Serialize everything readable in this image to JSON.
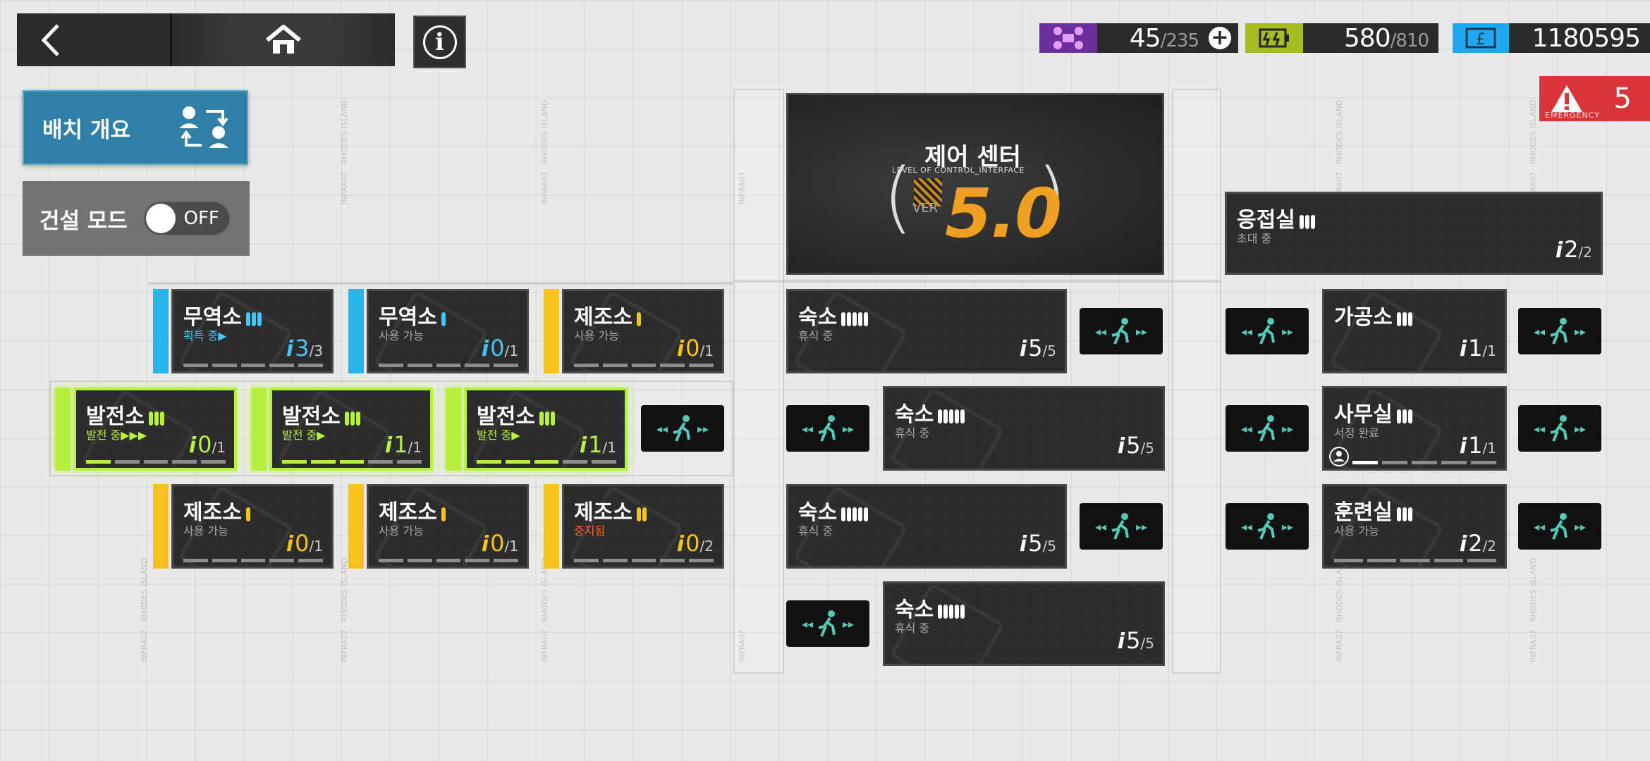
{
  "nav": {
    "back_icon": "chevron-left-icon",
    "home_icon": "home-icon",
    "info_label": "i"
  },
  "resources": {
    "drones": {
      "icon": "drone-icon",
      "value": "45",
      "max": "/235",
      "color": "#6b2fa0"
    },
    "power": {
      "icon": "battery-icon",
      "value": "580",
      "max": "/810",
      "color": "#b8d020"
    },
    "lmd": {
      "icon": "money-icon",
      "value": "1180595",
      "color": "#1ea8f0"
    }
  },
  "emergency": {
    "count": "5",
    "label": "EMERGENCY"
  },
  "left_panel": {
    "overview_label": "배치 개요",
    "build_mode_label": "건설 모드",
    "build_mode_state": "OFF"
  },
  "control_center": {
    "title": "제어 센터",
    "subtitle": "LEVEL OF CONTROL_INTERFACE",
    "ver_label": "VER",
    "version": "5.0"
  },
  "reception": {
    "name": "응접실",
    "status": "초대 중",
    "count": "2",
    "max": "/2"
  },
  "rooms": {
    "trade1": {
      "name": "무역소",
      "status": "획득 중▶",
      "count": "3",
      "max": "/3"
    },
    "trade2": {
      "name": "무역소",
      "status": "사용 가능",
      "count": "0",
      "max": "/1"
    },
    "factory_top": {
      "name": "제조소",
      "status": "사용 가능",
      "count": "0",
      "max": "/1"
    },
    "power1": {
      "name": "발전소",
      "status": "발전 중▶▶▶",
      "count": "0",
      "max": "/1"
    },
    "power2": {
      "name": "발전소",
      "status": "발전 중▶",
      "count": "1",
      "max": "/1"
    },
    "power3": {
      "name": "발전소",
      "status": "발전 중▶",
      "count": "1",
      "max": "/1"
    },
    "factory1": {
      "name": "제조소",
      "status": "사용 가능",
      "count": "0",
      "max": "/1"
    },
    "factory2": {
      "name": "제조소",
      "status": "사용 가능",
      "count": "0",
      "max": "/1"
    },
    "factory3": {
      "name": "제조소",
      "status": "중지됨",
      "count": "0",
      "max": "/2"
    },
    "dorm1": {
      "name": "숙소",
      "status": "휴식 중",
      "count": "5",
      "max": "/5"
    },
    "dorm2": {
      "name": "숙소",
      "status": "휴식 중",
      "count": "5",
      "max": "/5"
    },
    "dorm3": {
      "name": "숙소",
      "status": "휴식 중",
      "count": "5",
      "max": "/5"
    },
    "dorm4": {
      "name": "숙소",
      "status": "휴식 중",
      "count": "5",
      "max": "/5"
    },
    "workshop": {
      "name": "가공소",
      "status": "",
      "count": "1",
      "max": "/1"
    },
    "office": {
      "name": "사무실",
      "status": "서정 완료",
      "count": "1",
      "max": "/1"
    },
    "training": {
      "name": "훈련실",
      "status": "사용 가능",
      "count": "2",
      "max": "/2"
    }
  },
  "colors": {
    "trade": "#26b6e8",
    "factory": "#f7c31a",
    "power": "#b7f040",
    "corridor_icon": "#55c9b8",
    "stopped": "#ff6a3a"
  }
}
